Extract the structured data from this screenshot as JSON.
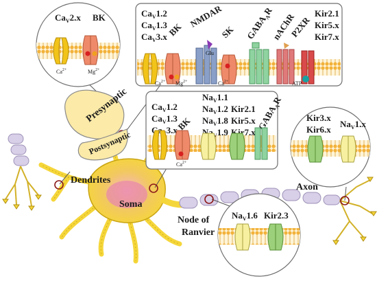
{
  "labels": {
    "dendrites": "Dendrites",
    "soma": "Soma",
    "presynaptic": "Presynaptic",
    "postsynaptic": "Postsynaptic",
    "axon": "Axon",
    "node_line1": "Node of",
    "node_line2": "Ranvier"
  },
  "presynaptic_circle": {
    "channels": [
      "CaV2.x",
      "BK"
    ],
    "ions": [
      "Ca2+",
      "Mg2+"
    ]
  },
  "dendrite_box": {
    "col1": [
      "CaV1.2",
      "CaV1.3",
      "CaV3.x"
    ],
    "channels": [
      "BK",
      "NMDAR",
      "SK",
      "GABAAR",
      "nAChR",
      "P2XR"
    ],
    "col2": [
      "Kir2.1",
      "Kir5.x",
      "Kir7.x"
    ],
    "small": [
      "Glu",
      "Ca2+",
      "Mg2+",
      "Ca2+",
      "ATP"
    ]
  },
  "soma_box": {
    "col1": [
      "CaV1.2",
      "CaV1.3",
      "CaV3.x"
    ],
    "bk": "BK",
    "col2": [
      "NaV1.1",
      "NaV1.2",
      "NaV1.8",
      "NaV1.9"
    ],
    "col3": [
      "Kir2.1",
      "Kir5.x",
      "Kir7.x"
    ],
    "gaba": "GABAAR",
    "ion": "Ca2+"
  },
  "axon_circle": {
    "col1": [
      "Kir3.x",
      "Kir6.x"
    ],
    "col2": "NaV1.x"
  },
  "node_circle": {
    "channels": [
      "NaV1.6",
      "Kir2.3"
    ]
  },
  "colors": {
    "neuron": "#f5d63a",
    "neuron_outline": "#c9a412",
    "soma_core": "#e88aa8",
    "axon_segment": "#d8cfe8",
    "membrane_head": "#f2b23a",
    "marker": "#8b1a1a",
    "ca_channel": "#f2c41a",
    "bk_channel": "#ee8a6a",
    "nmdar": "#8aa0c8",
    "gaba": "#8fd3a0",
    "nachr": "#e07a7a",
    "p2xr": "#d94a4a",
    "na_channel": "#f6f0a0",
    "kir_channel": "#9cd07a"
  }
}
